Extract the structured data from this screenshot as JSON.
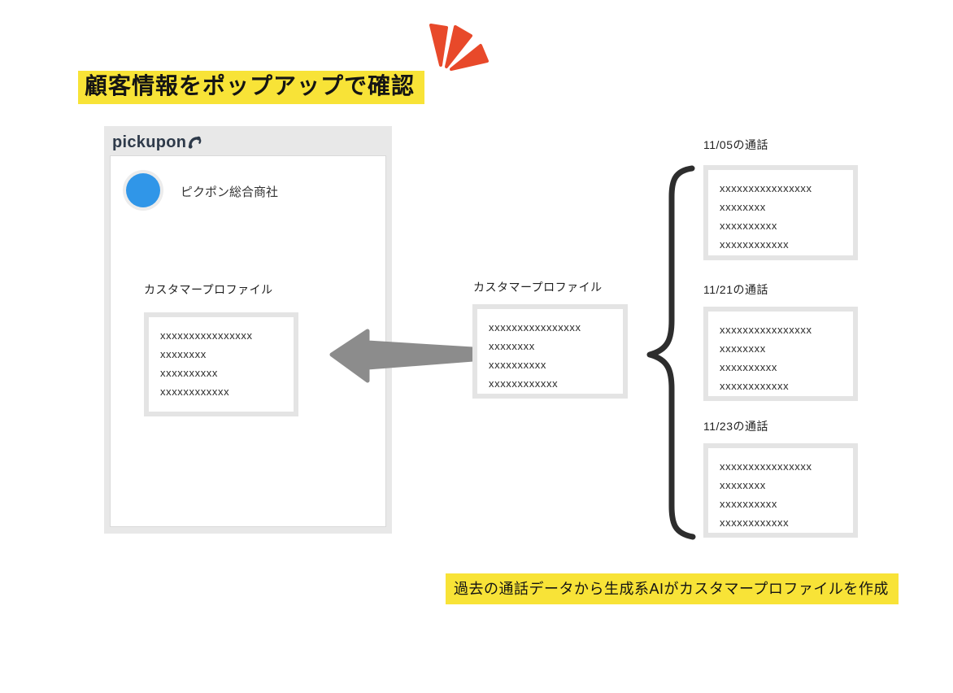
{
  "title": "顧客情報をポップアップで確認",
  "caption": "過去の通話データから生成系AIがカスタマープロファイルを作成",
  "popup": {
    "logo": "pickupon",
    "company": "ピクポン総合商社",
    "profile": {
      "label": "カスタマープロファイル",
      "lines": [
        "xxxxxxxxxxxxxxxx",
        "xxxxxxxx",
        "xxxxxxxxxx",
        "xxxxxxxxxxxx"
      ]
    }
  },
  "generated_profile": {
    "label": "カスタマープロファイル",
    "lines": [
      "xxxxxxxxxxxxxxxx",
      "xxxxxxxx",
      "xxxxxxxxxx",
      "xxxxxxxxxxxx"
    ]
  },
  "calls": [
    {
      "label": "11/05の通話",
      "lines": [
        "xxxxxxxxxxxxxxxx",
        "xxxxxxxx",
        "xxxxxxxxxx",
        "xxxxxxxxxxxx"
      ]
    },
    {
      "label": "11/21の通話",
      "lines": [
        "xxxxxxxxxxxxxxxx",
        "xxxxxxxx",
        "xxxxxxxxxx",
        "xxxxxxxxxxxx"
      ]
    },
    {
      "label": "11/23の通話",
      "lines": [
        "xxxxxxxxxxxxxxxx",
        "xxxxxxxx",
        "xxxxxxxxxx",
        "xxxxxxxxxxxx"
      ]
    }
  ],
  "colors": {
    "highlight": "#f8e337",
    "burst": "#e8492a",
    "avatar": "#3096e8",
    "arrow": "#8c8c8c",
    "brace": "#2d2d2d",
    "logo": "#2e3a4a"
  }
}
